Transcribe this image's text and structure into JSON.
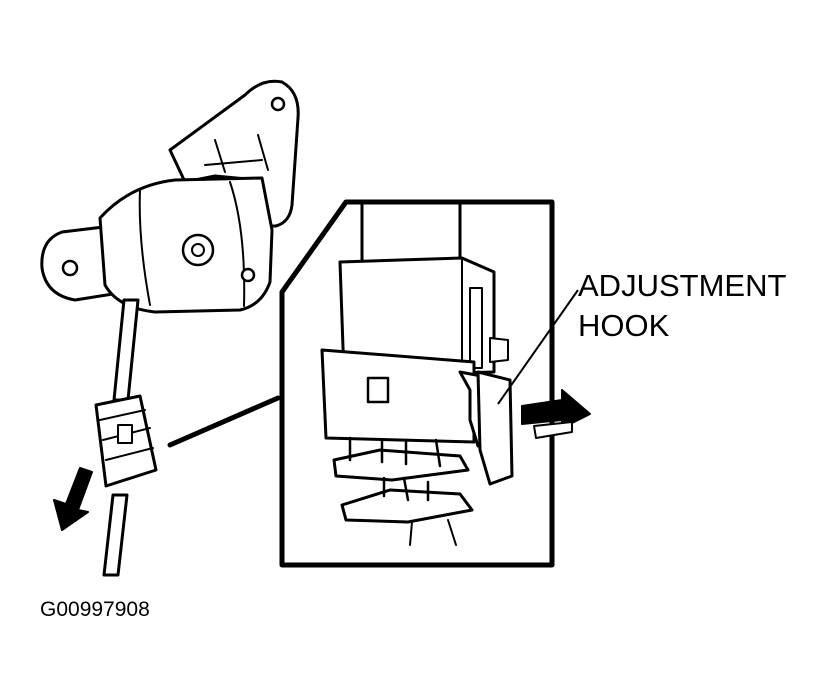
{
  "callout": {
    "line1": "ADJUSTMENT",
    "line2": "HOOK"
  },
  "figure_id": "G00997908",
  "colors": {
    "ink": "#000000",
    "paper": "#ffffff"
  },
  "icons": {
    "pull_arrow": "arrow-down-left-icon",
    "release_arrow": "arrow-right-icon"
  }
}
